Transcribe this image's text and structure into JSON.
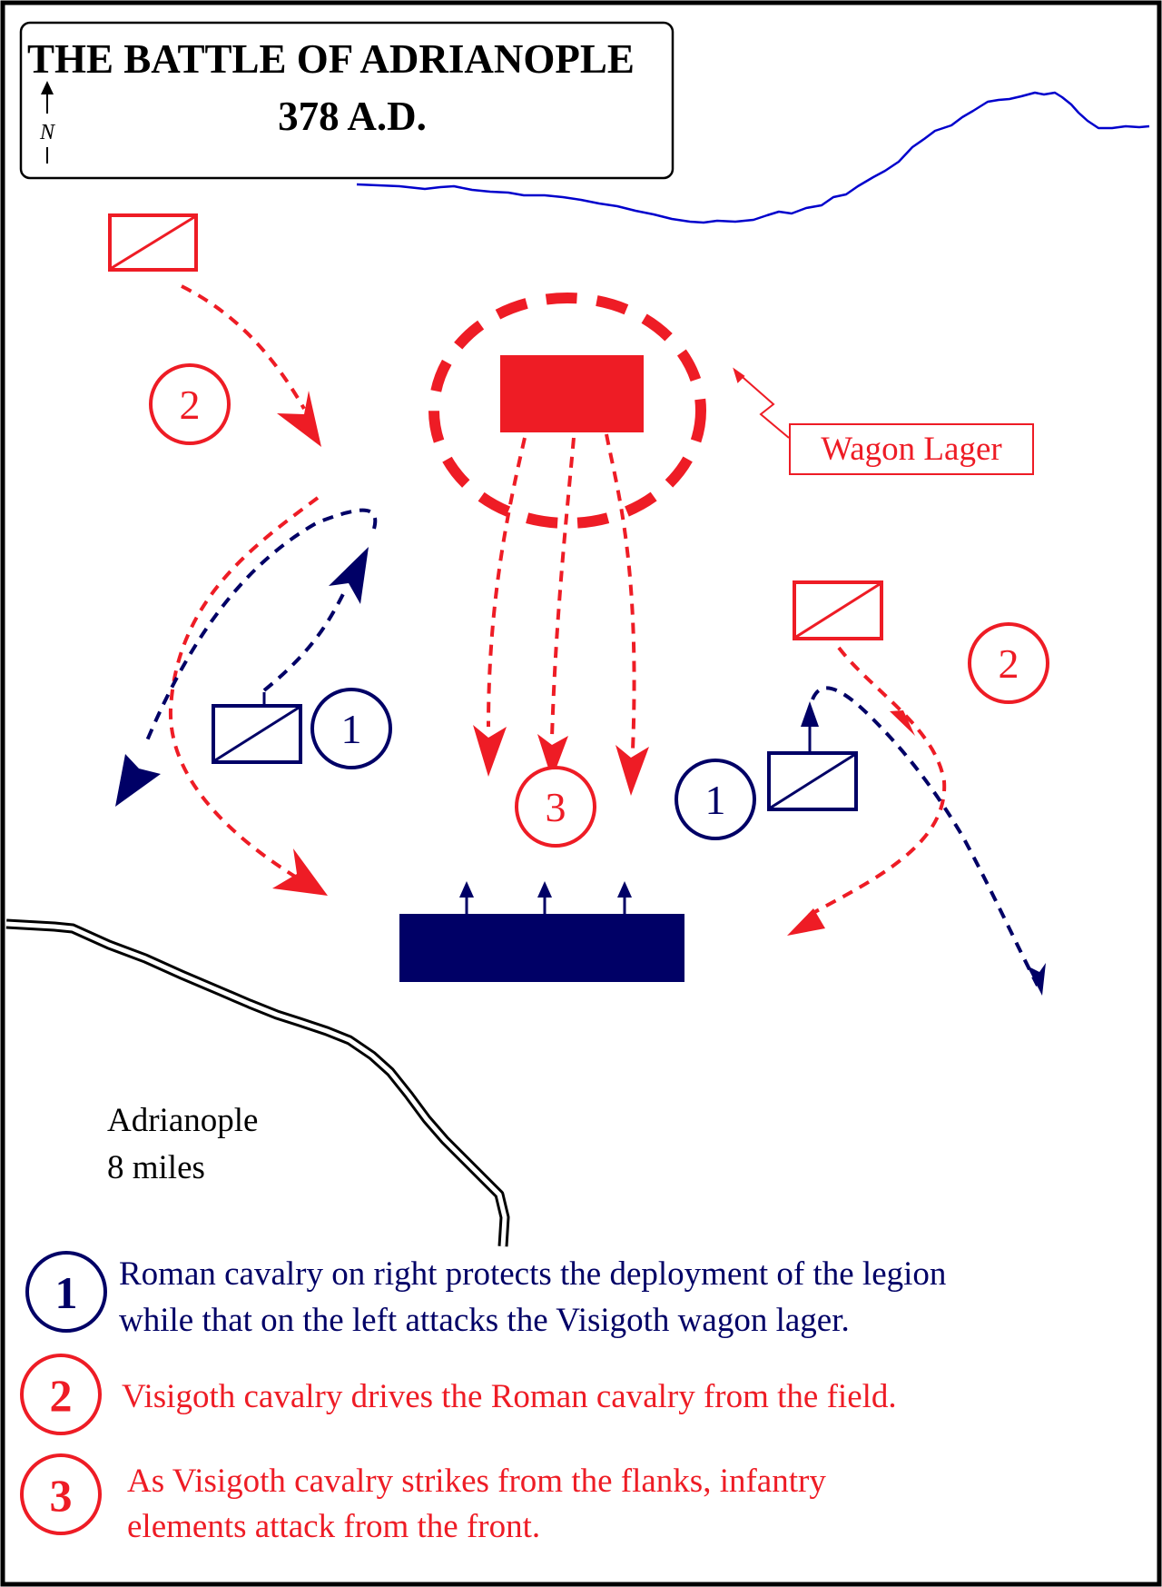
{
  "title": {
    "line1": "THE BATTLE OF ADRIANOPLE",
    "line2": "378 A.D."
  },
  "compass": {
    "label": "N"
  },
  "labels": {
    "wagon_lager": "Wagon Lager",
    "city": "Adrianople",
    "distance": "8 miles"
  },
  "markers": {
    "visigoth_cavalry_step": "2",
    "roman_cavalry_step": "1",
    "infantry_step": "3"
  },
  "legend": [
    {
      "number": "1",
      "line1": "Roman cavalry on right protects the deployment of the legion",
      "line2": "while that on the left attacks the Visigoth wagon lager."
    },
    {
      "number": "2",
      "line1": "Visigoth cavalry drives the Roman cavalry from the field.",
      "line2": ""
    },
    {
      "number": "3",
      "line1": "As Visigoth cavalry strikes from the flanks, infantry",
      "line2": "elements attack from the front."
    }
  ],
  "colors": {
    "visigoth": "#ee1c25",
    "roman": "#000066",
    "river": "#0000cc",
    "road": "#000000",
    "frame": "#000000"
  }
}
